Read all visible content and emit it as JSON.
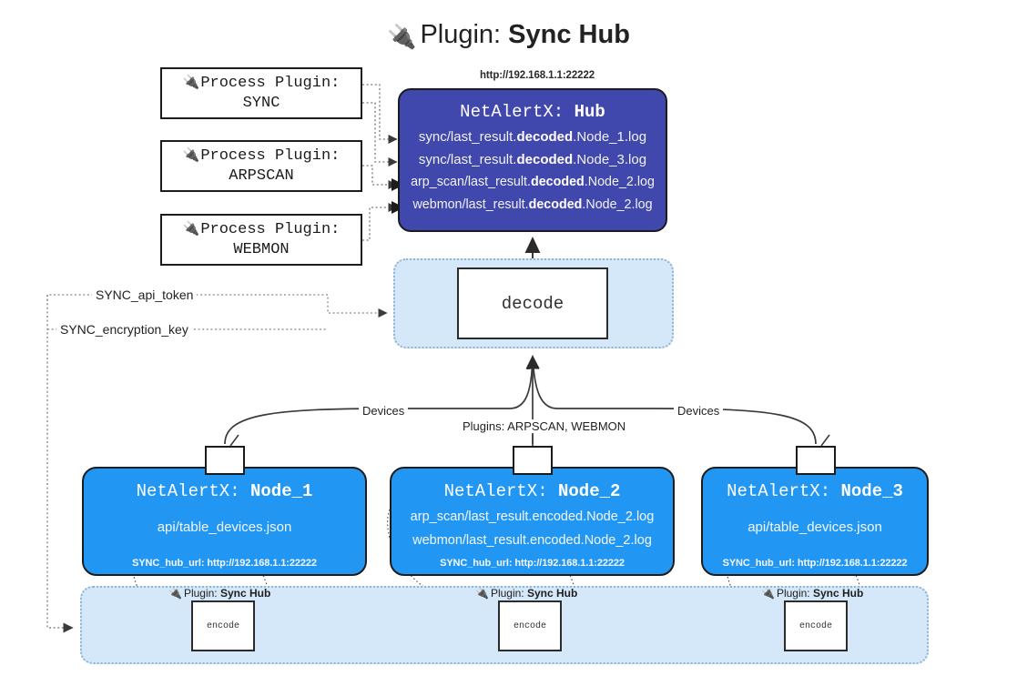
{
  "title": {
    "icon": "plug-icon",
    "prefix": "Plugin: ",
    "name": "Sync Hub"
  },
  "process_plugins": [
    {
      "icon": "plug-icon",
      "line1": "Process Plugin:",
      "line2": "SYNC"
    },
    {
      "icon": "plug-icon",
      "line1": "Process Plugin:",
      "line2": "ARPSCAN"
    },
    {
      "icon": "plug-icon",
      "line1": "Process Plugin:",
      "line2": "WEBMON"
    }
  ],
  "hub": {
    "url": "http://192.168.1.1:22222",
    "title_prefix": "NetAlertX: ",
    "title_name": "Hub",
    "logs": [
      {
        "pre": "sync/last_result.",
        "em": "decoded",
        "post": ".Node_1.log"
      },
      {
        "pre": "sync/last_result.",
        "em": "decoded",
        "post": ".Node_3.log"
      },
      {
        "pre": "arp_scan/last_result.",
        "em": "decoded",
        "post": ".Node_2.log"
      },
      {
        "pre": "webmon/last_result.",
        "em": "decoded",
        "post": ".Node_2.log"
      }
    ]
  },
  "decode": {
    "label": "decode"
  },
  "tokens": {
    "api_token": "SYNC_api_token",
    "encryption_key": "SYNC_encryption_key"
  },
  "edge_labels": {
    "devices_left": "Devices",
    "plugins_center": "Plugins: ARPSCAN, WEBMON",
    "devices_right": "Devices"
  },
  "nodes": [
    {
      "icon": "envelope-icon",
      "title_prefix": "NetAlertX: ",
      "title_name": "Node_1",
      "lines": [
        "api/table_devices.json"
      ],
      "footer": "SYNC_hub_url: http://192.168.1.1:22222"
    },
    {
      "icon": "envelope-icon",
      "title_prefix": "NetAlertX: ",
      "title_name": "Node_2",
      "lines": [
        "arp_scan/last_result.encoded.Node_2.log",
        "webmon/last_result.encoded.Node_2.log"
      ],
      "footer": "SYNC_hub_url: http://192.168.1.1:22222"
    },
    {
      "icon": "envelope-icon",
      "title_prefix": "NetAlertX: ",
      "title_name": "Node_3",
      "lines": [
        "api/table_devices.json"
      ],
      "footer": "SYNC_hub_url: http://192.168.1.1:22222"
    }
  ],
  "encoders": [
    {
      "icon": "plug-icon",
      "label_prefix": "Plugin: ",
      "label_name": "Sync Hub",
      "box_label": "encode"
    },
    {
      "icon": "plug-icon",
      "label_prefix": "Plugin: ",
      "label_name": "Sync Hub",
      "box_label": "encode"
    },
    {
      "icon": "plug-icon",
      "label_prefix": "Plugin: ",
      "label_name": "Sync Hub",
      "box_label": "encode"
    }
  ],
  "colors": {
    "hub_fill": "#4047ad",
    "node_fill": "#2196f3",
    "container_fill": "#d5e8f9",
    "container_border": "#8fb4cf",
    "stroke": "#1c1c1c",
    "page_bg": "#ffffff"
  }
}
